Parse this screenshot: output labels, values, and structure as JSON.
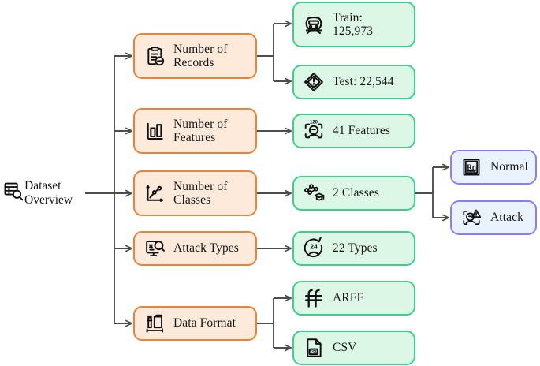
{
  "diagram": {
    "title_node": {
      "label": "Dataset\nOverview",
      "icon": "database-search-icon"
    },
    "colors": {
      "orange_fill": "#fdeadb",
      "orange_border": "#e8833a",
      "green_fill": "#ddf7e6",
      "green_border": "#3ecf8e",
      "purple_fill": "#eaf2fd",
      "purple_border": "#8b7ef0",
      "edge": "#4d4d4d",
      "text": "#151515",
      "background": "#ffffff"
    },
    "categories": [
      {
        "label": "Number of\nRecords",
        "icon": "clipboard-minus-icon"
      },
      {
        "label": "Number of\nFeatures",
        "icon": "bar-chart-icon"
      },
      {
        "label": "Number of\nClasses",
        "icon": "line-chart-icon"
      },
      {
        "label": "Attack Types",
        "icon": "monitor-search-icon"
      },
      {
        "label": "Data Format",
        "icon": "data-shape-icon"
      }
    ],
    "values": [
      {
        "label": "Train:\n125,973",
        "icon": "train-icon"
      },
      {
        "label": "Test: 22,544",
        "icon": "warning-diamond-icon"
      },
      {
        "label": "41 Features",
        "icon": "face-scan-120-icon"
      },
      {
        "label": "2 Classes",
        "icon": "cluster-graduation-icon"
      },
      {
        "label": "22 Types",
        "icon": "clock-24-icon"
      },
      {
        "label": "ARFF",
        "icon": "arff-glyph-icon"
      },
      {
        "label": "CSV",
        "icon": "csv-file-icon"
      }
    ],
    "classes": [
      {
        "label": "Normal",
        "icon": "rn-element-icon"
      },
      {
        "label": "Attack",
        "icon": "face-alert-icon"
      }
    ]
  }
}
